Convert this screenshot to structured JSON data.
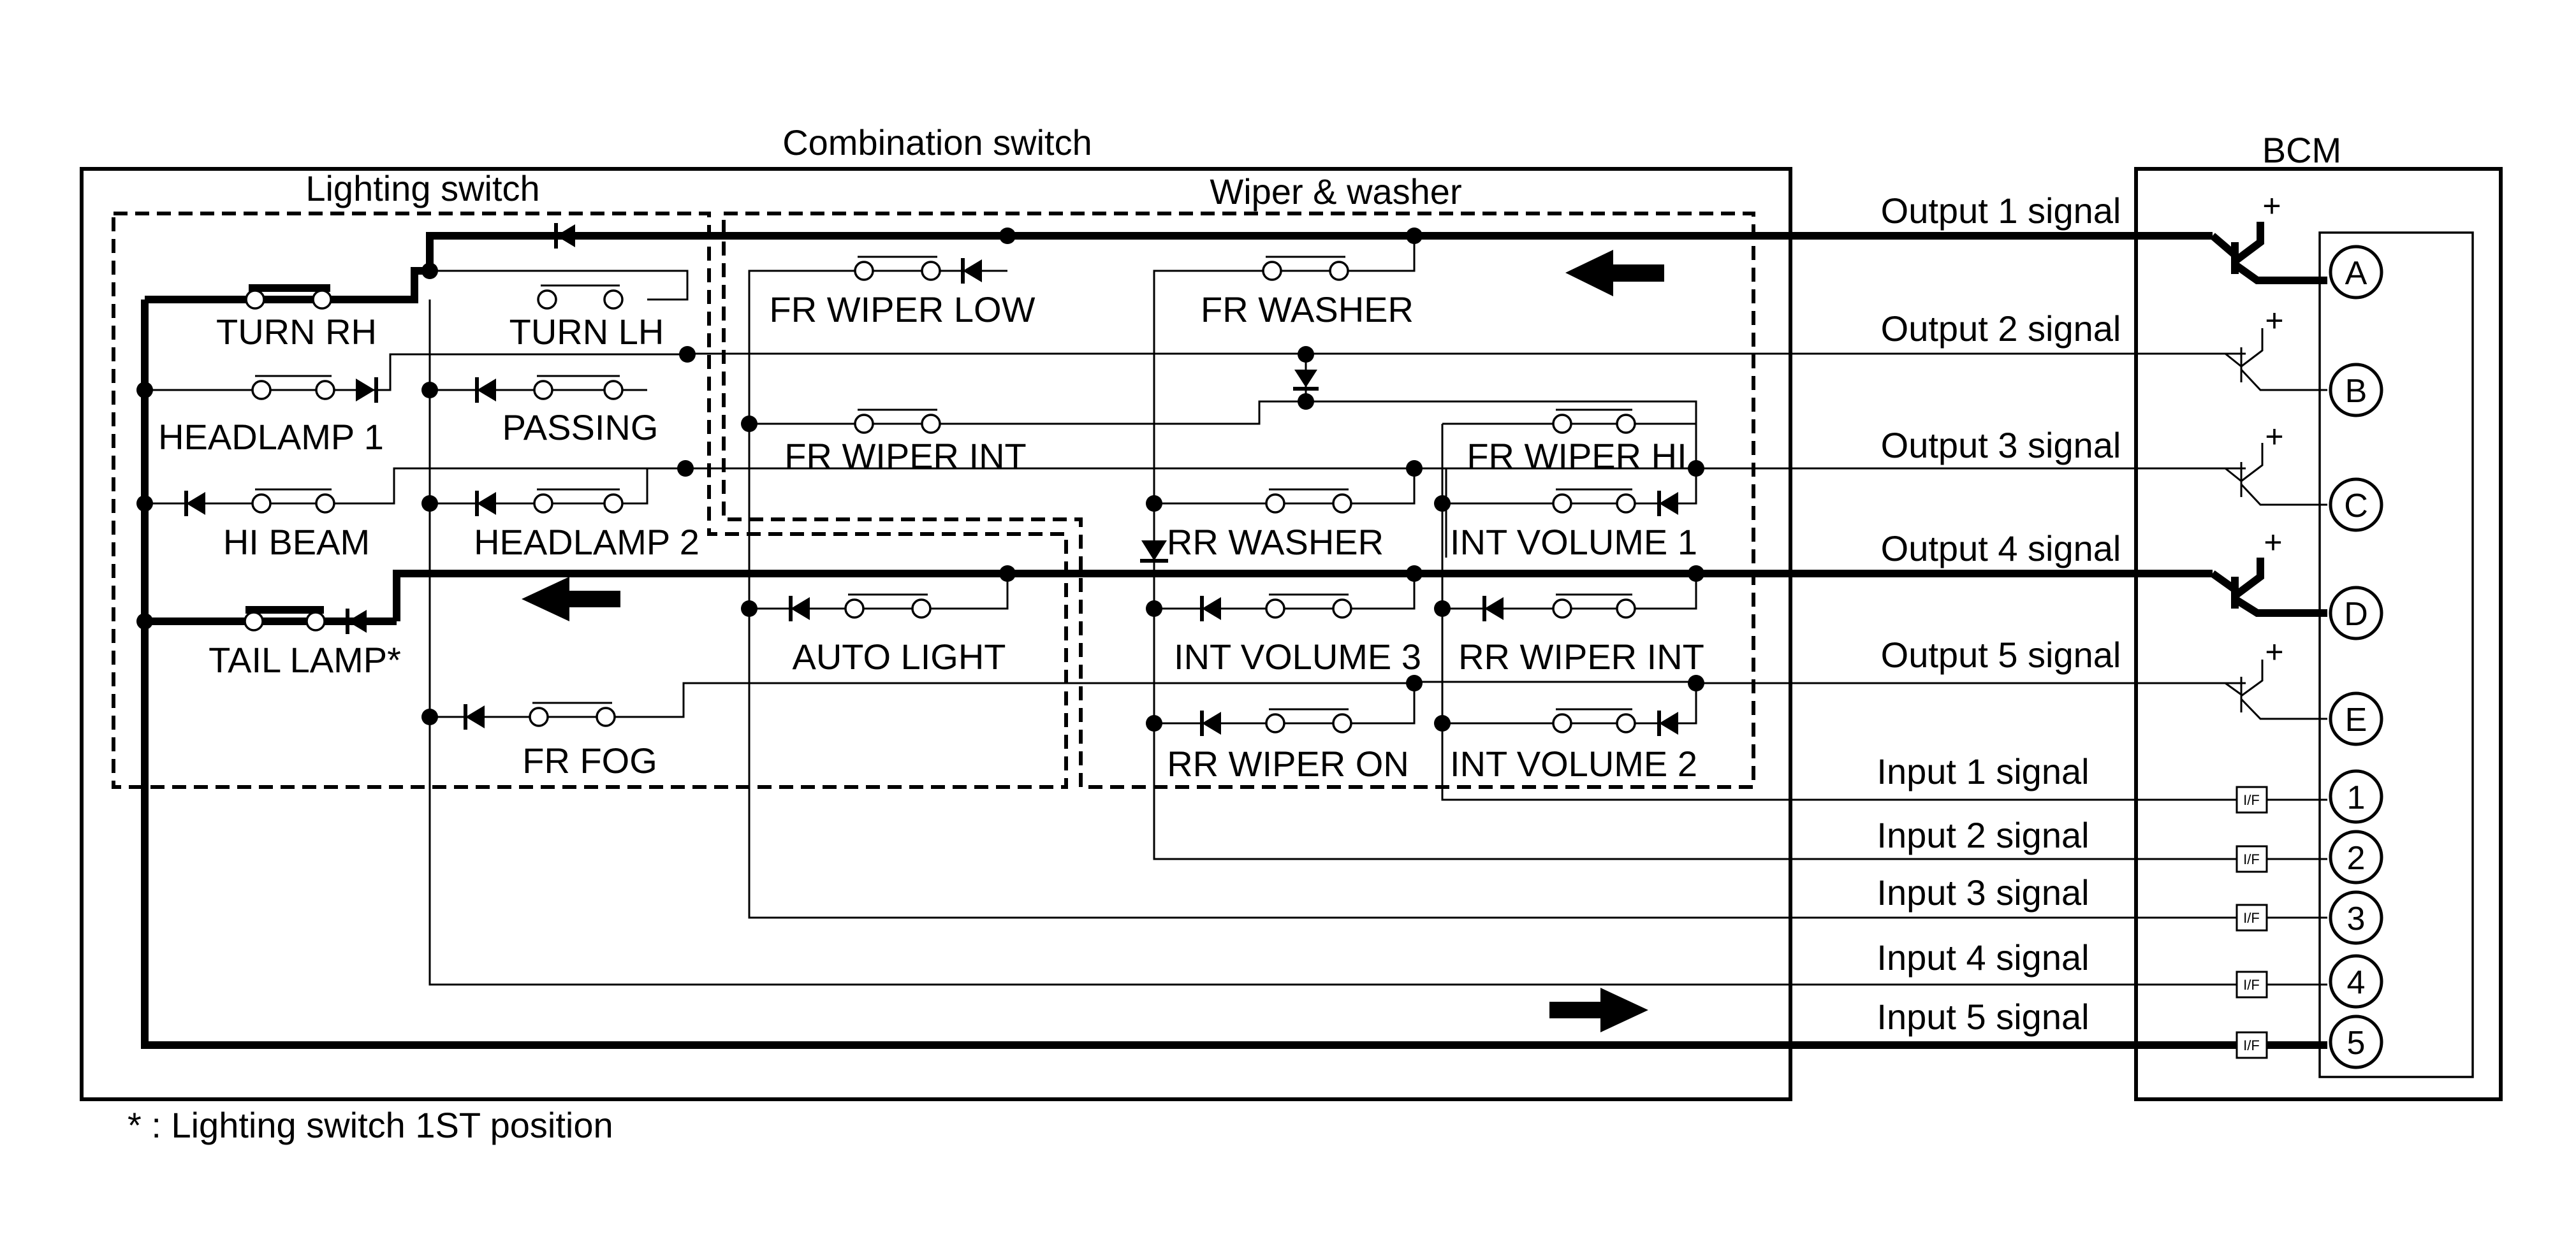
{
  "combination_switch": {
    "title": "Combination switch",
    "lighting_section": "Lighting switch",
    "wiper_section": "Wiper & washer"
  },
  "bcm": {
    "title": "BCM"
  },
  "switches": {
    "turn_rh": "TURN RH",
    "turn_lh": "TURN LH",
    "headlamp_1": "HEADLAMP 1",
    "passing": "PASSING",
    "hi_beam": "HI BEAM",
    "headlamp_2": "HEADLAMP 2",
    "tail_lamp": "TAIL LAMP*",
    "fr_fog": "FR FOG",
    "fr_wiper_low": "FR WIPER LOW",
    "fr_washer": "FR WASHER",
    "fr_wiper_int": "FR WIPER INT",
    "fr_wiper_hi": "FR WIPER HI",
    "rr_washer": "RR WASHER",
    "int_volume_1": "INT VOLUME 1",
    "auto_light": "AUTO LIGHT",
    "int_volume_3": "INT VOLUME 3",
    "rr_wiper_int": "RR WIPER INT",
    "rr_wiper_on": "RR WIPER ON",
    "int_volume_2": "INT VOLUME 2"
  },
  "signals": {
    "output_1": "Output 1 signal",
    "output_2": "Output 2 signal",
    "output_3": "Output 3 signal",
    "output_4": "Output 4 signal",
    "output_5": "Output 5 signal",
    "input_1": "Input 1 signal",
    "input_2": "Input 2 signal",
    "input_3": "Input 3 signal",
    "input_4": "Input 4 signal",
    "input_5": "Input 5 signal"
  },
  "terminals": {
    "a": "A",
    "b": "B",
    "c": "C",
    "d": "D",
    "e": "E",
    "n1": "1",
    "n2": "2",
    "n3": "3",
    "n4": "4",
    "n5": "5"
  },
  "misc": {
    "plus": "+",
    "interface": "I/F",
    "footnote": "* : Lighting switch 1ST position"
  }
}
